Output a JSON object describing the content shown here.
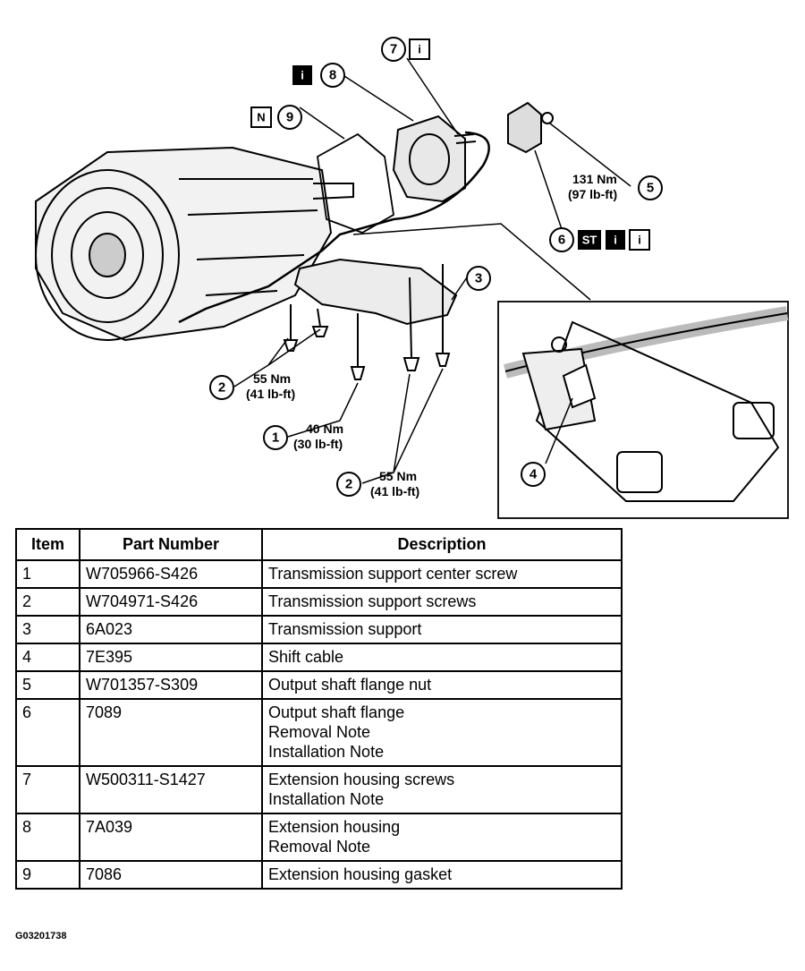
{
  "callouts": [
    {
      "num": "1",
      "torque_nm": "40 Nm",
      "torque_lbft": "(30 lb-ft)"
    },
    {
      "num": "2",
      "torque_nm": "55 Nm",
      "torque_lbft": "(41 lb-ft)"
    },
    {
      "num": "2",
      "torque_nm": "55 Nm",
      "torque_lbft": "(41 lb-ft)"
    },
    {
      "num": "3"
    },
    {
      "num": "4"
    },
    {
      "num": "5",
      "torque_nm": "131 Nm",
      "torque_lbft": "(97 lb-ft)"
    },
    {
      "num": "6",
      "badges": [
        "ST",
        "i",
        "i"
      ]
    },
    {
      "num": "7",
      "badges": [
        "i"
      ]
    },
    {
      "num": "8",
      "badges": [
        "i"
      ]
    },
    {
      "num": "9",
      "badges": [
        "N"
      ]
    }
  ],
  "table": {
    "headers": [
      "Item",
      "Part Number",
      "Description"
    ],
    "rows": [
      {
        "item": "1",
        "part_number": "W705966-S426",
        "description": [
          "Transmission support center screw"
        ]
      },
      {
        "item": "2",
        "part_number": "W704971-S426",
        "description": [
          "Transmission support screws"
        ]
      },
      {
        "item": "3",
        "part_number": "6A023",
        "description": [
          "Transmission support"
        ]
      },
      {
        "item": "4",
        "part_number": "7E395",
        "description": [
          "Shift cable"
        ]
      },
      {
        "item": "5",
        "part_number": "W701357-S309",
        "description": [
          "Output shaft flange nut"
        ]
      },
      {
        "item": "6",
        "part_number": "7089",
        "description": [
          "Output shaft flange",
          "Removal Note",
          "Installation Note"
        ]
      },
      {
        "item": "7",
        "part_number": "W500311-S1427",
        "description": [
          "Extension housing screws",
          "Installation Note"
        ]
      },
      {
        "item": "8",
        "part_number": "7A039",
        "description": [
          "Extension housing",
          "Removal Note"
        ]
      },
      {
        "item": "9",
        "part_number": "7086",
        "description": [
          "Extension housing gasket"
        ]
      }
    ]
  },
  "figure_id": "G03201738"
}
